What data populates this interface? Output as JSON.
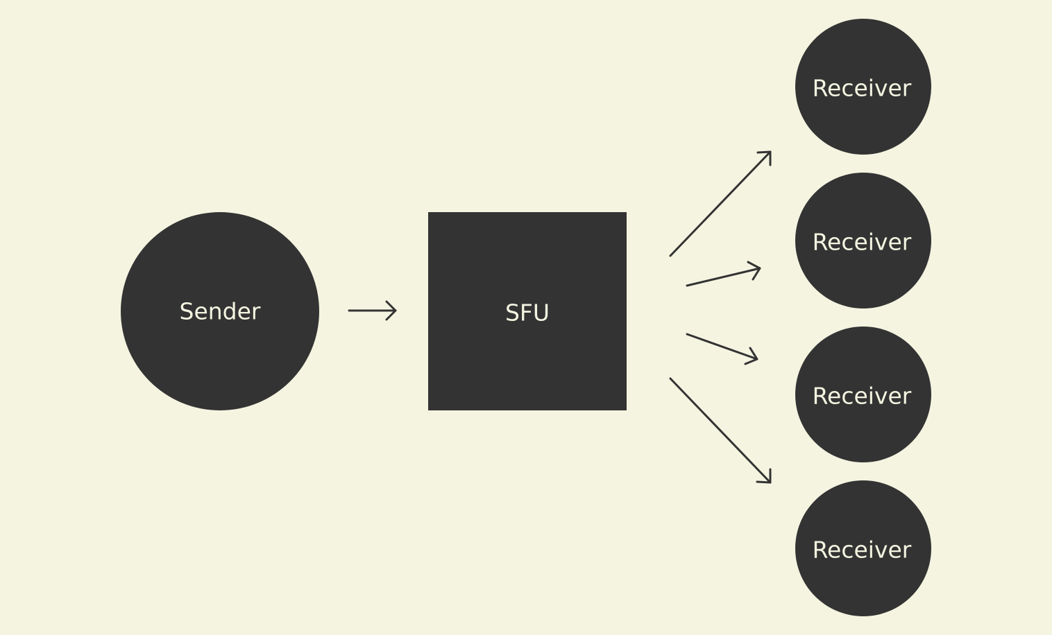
{
  "colors": {
    "background": "#f4f4e1",
    "node_fill": "#333333",
    "node_text": "#f4f4e1",
    "arrow_stroke": "#333333"
  },
  "sender": {
    "label": "Sender"
  },
  "sfu": {
    "label": "SFU"
  },
  "receivers": [
    {
      "label": "Receiver"
    },
    {
      "label": "Receiver"
    },
    {
      "label": "Receiver"
    },
    {
      "label": "Receiver"
    }
  ]
}
